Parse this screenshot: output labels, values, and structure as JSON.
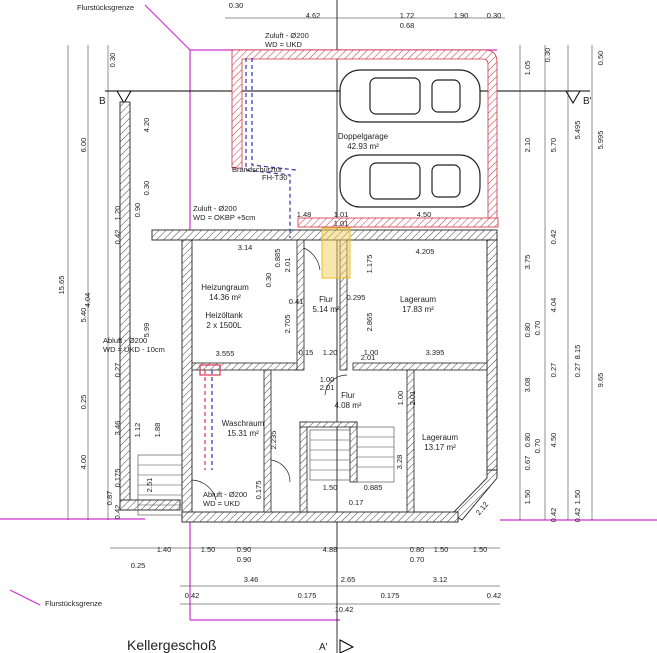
{
  "plan": {
    "title": "Kellergeschoß",
    "boundary_label_top": "Flurstücksgrenze",
    "boundary_label_bottom": "Flurstücksgrenze",
    "section_marks": [
      "B",
      "B'",
      "A'"
    ]
  },
  "rooms": [
    {
      "name": "Doppelgarage",
      "area": "42.93 m²"
    },
    {
      "name": "Heizungraum",
      "area": "14.36 m²"
    },
    {
      "name": "Heizöltank",
      "area": "2 x 1500L"
    },
    {
      "name": "Flur",
      "area": "5.14 m²"
    },
    {
      "name": "Lageraum",
      "area": "17.83 m²"
    },
    {
      "name": "Flur",
      "area": "4.08 m²"
    },
    {
      "name": "Waschraum",
      "area": "15.31 m²"
    },
    {
      "name": "Lageraum",
      "area": "13.17 m²"
    }
  ],
  "annotations": {
    "brandschutz": "Brandschutztür",
    "t30": "FH-T30",
    "zuluft_garage_1": "Zuluft - Ø200",
    "zuluft_garage_2": "WD = UKD",
    "zuluft_heiz_1": "Zuluft - Ø200",
    "zuluft_heiz_2": "WD = OKBP +5cm",
    "abluft_heiz_1": "Abluft - Ø200",
    "abluft_heiz_2": "WD = UKD - 10cm",
    "abluft_wasch_1": "Abluft - Ø200",
    "abluft_wasch_2": "WD = UKD"
  },
  "dims": {
    "top": [
      "0.30",
      "4.62",
      "1.72",
      "1.90",
      "0.30",
      "0.68"
    ],
    "bottom_row1": [
      "1.40",
      "1.50",
      "0.90",
      "4.88",
      "0.80",
      "1.50",
      "1.50"
    ],
    "bottom_row1_sub": [
      "0.25",
      "0.90",
      "0.70"
    ],
    "bottom_row2": [
      "3.46",
      "2.65",
      "3.12"
    ],
    "bottom_row3": [
      "0.42",
      "0.175",
      "0.175",
      "0.42"
    ],
    "total_width": "10.42",
    "left_outer": "15.65",
    "left_a": [
      "6.00",
      "5.40",
      "0.25",
      "4.00"
    ],
    "left_b": [
      "0.30",
      "4.20",
      "0.30",
      "1.20",
      "0.42",
      "5.99",
      "0.27",
      "3.46",
      "0.175",
      "0.87",
      "0.42"
    ],
    "left_c": [
      "0.90",
      "1.12",
      "1.88",
      "2.51"
    ],
    "right_a": [
      "1.05",
      "2.10",
      "3.75",
      "0.80",
      "3.08",
      "0.80",
      "0.67",
      "1.50"
    ],
    "right_b": [
      "0.30",
      "5.70",
      "0.42",
      "4.04",
      "0.27",
      "4.50",
      "0.42"
    ],
    "right_c": [
      "5.495",
      "8.15",
      "0.70",
      "0.70"
    ],
    "right_d": [
      "0.50",
      "5.995",
      "9.65"
    ],
    "right_e": [
      "0.27",
      "0.42",
      "1.50"
    ],
    "interior": [
      "3.14",
      "4.205",
      "1.48",
      "1.01",
      "1.01",
      "4.50",
      "0.885",
      "2.01",
      "0.30",
      "0.41",
      "1.175",
      "0.295",
      "2.705",
      "2.865",
      "3.555",
      "0.15",
      "1.20",
      "1.00",
      "3.395",
      "1.00",
      "2.01",
      "2.01",
      "2.235",
      "0.175",
      "1.00",
      "2.01",
      "3.28",
      "1.50",
      "0.885",
      "0.17",
      "2.12",
      "4.04"
    ]
  },
  "colors": {
    "wall_hatch": "#cc3333",
    "boundary": "#cc33cc",
    "ventilation_supply": "#3333aa",
    "fire_door": "#e8c020",
    "new_wall": "#dd3355"
  }
}
